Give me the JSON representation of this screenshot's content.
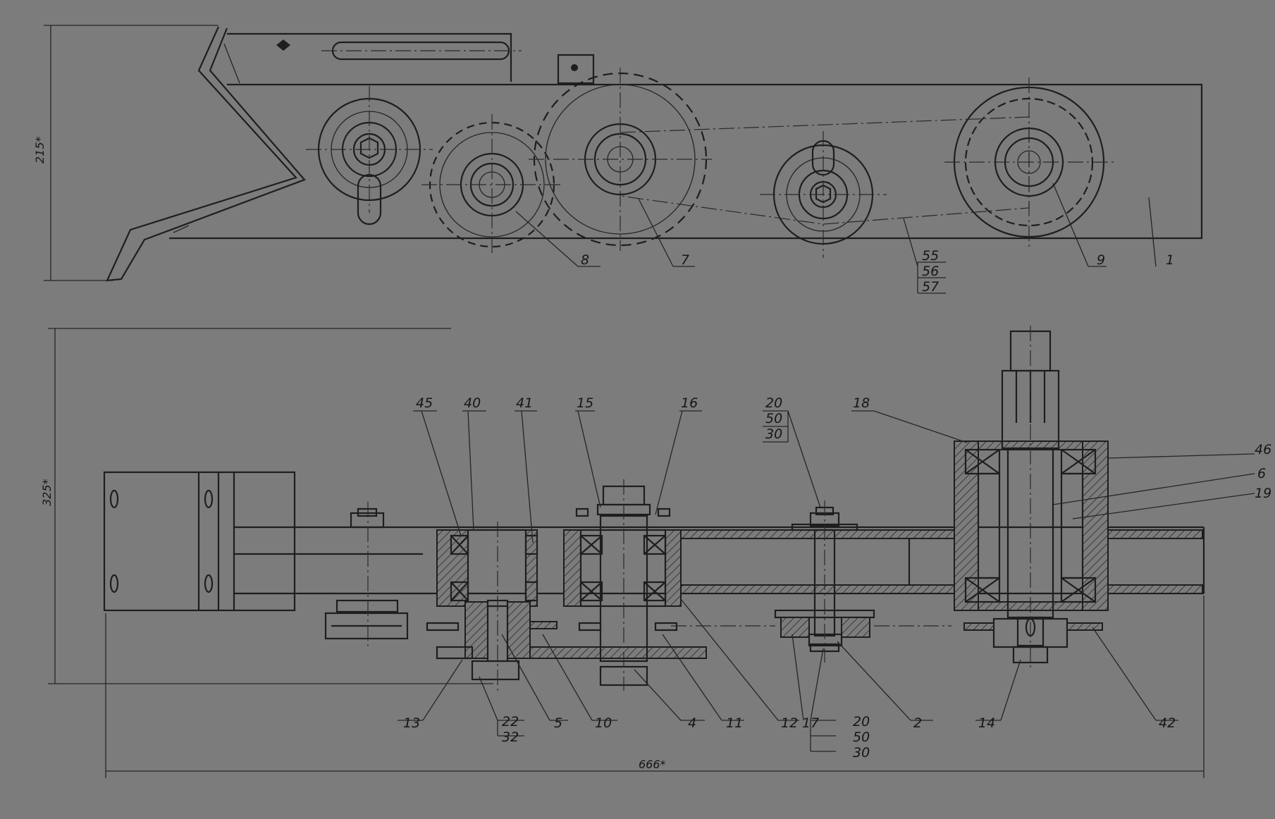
{
  "dimensions": {
    "top_height": "215*",
    "bottom_height": "325*",
    "overall_width": "666*"
  },
  "top_view_labels": [
    "8",
    "7",
    "55",
    "56",
    "57",
    "9",
    "1"
  ],
  "section_top_labels": [
    "45",
    "40",
    "41",
    "15",
    "16",
    "20",
    "50",
    "30",
    "18"
  ],
  "section_right_labels": [
    "46",
    "6",
    "19"
  ],
  "section_bottom_labels": [
    "13",
    "22",
    "32",
    "5",
    "10",
    "4",
    "11",
    "12",
    "17",
    "20",
    "50",
    "30",
    "2",
    "14",
    "42"
  ]
}
